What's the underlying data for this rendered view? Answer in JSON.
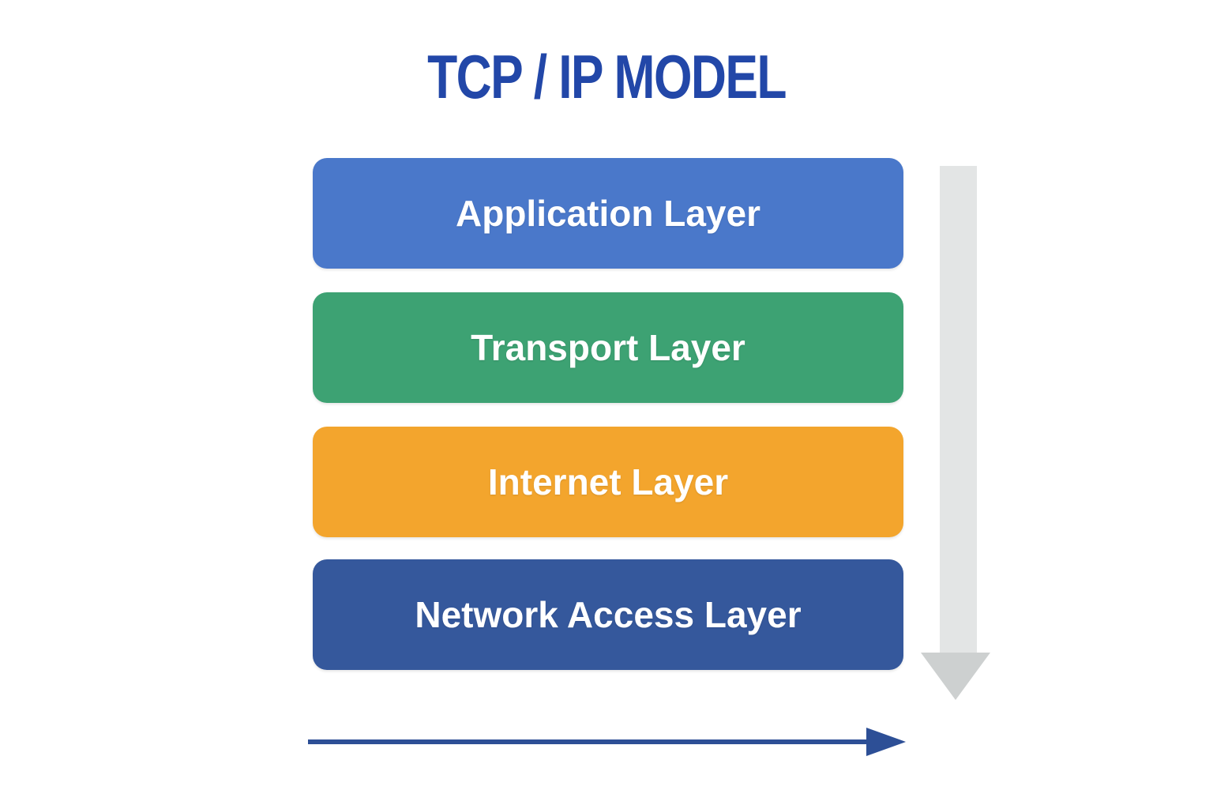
{
  "title": "TCP / IP MODEL",
  "title_color": "#2247a8",
  "background": "#ffffff",
  "layers": [
    {
      "label": "Application Layer",
      "color": "#4a78ca"
    },
    {
      "label": "Transport Layer",
      "color": "#3da273"
    },
    {
      "label": "Internet Layer",
      "color": "#f3a52d"
    },
    {
      "label": "Network Access Layer",
      "color": "#35589c"
    }
  ],
  "label_text_color": "#ffffff",
  "arrows": {
    "vertical_flow": {
      "direction": "down",
      "shaft_color": "#e3e5e5",
      "head_color": "#cdd0d0"
    },
    "horizontal_axis": {
      "direction": "right",
      "color": "#2d4f96"
    }
  }
}
